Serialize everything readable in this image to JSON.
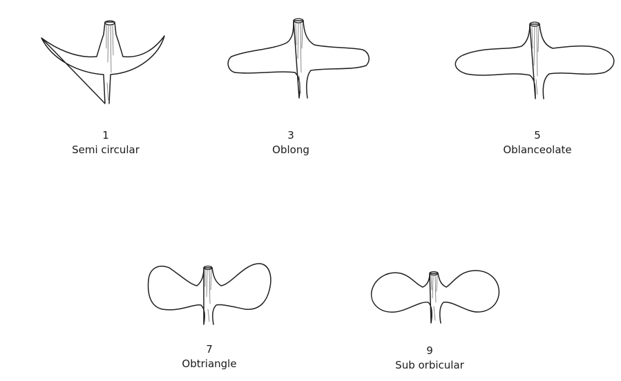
{
  "figure": {
    "items": [
      {
        "id": "shape-1",
        "number": "1",
        "label": "Semi circular"
      },
      {
        "id": "shape-3",
        "number": "3",
        "label": "Oblong"
      },
      {
        "id": "shape-5",
        "number": "5",
        "label": "Oblanceolate"
      },
      {
        "id": "shape-7",
        "number": "7",
        "label": "Obtriangle"
      },
      {
        "id": "shape-9",
        "number": "9",
        "label": "Sub orbicular"
      }
    ]
  },
  "colors": {
    "outline": "#1e1e1e",
    "background": "#ffffff"
  }
}
